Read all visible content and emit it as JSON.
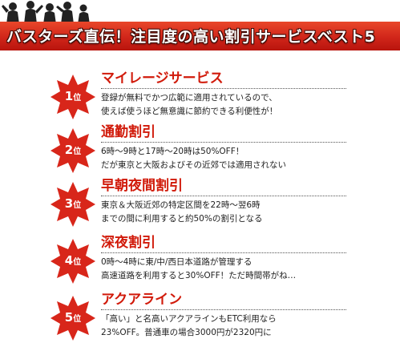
{
  "header": {
    "title": "バスターズ直伝！注目度の高い割引サービスベスト5"
  },
  "ranks": [
    {
      "num": "1",
      "unit": "位",
      "title": "マイレージサービス",
      "line1": "登録が無料でかつ広範に適用されているので、",
      "line2": "使えば使うほど無意識に節約できる利便性が！"
    },
    {
      "num": "2",
      "unit": "位",
      "title": "通勤割引",
      "line1": "6時～9時と17時～20時は50%OFF！",
      "line2": "だが東京と大阪およびその近郊では適用されない"
    },
    {
      "num": "3",
      "unit": "位",
      "title": "早朝夜間割引",
      "line1": "東京＆大阪近郊の特定区間を22時～翌6時",
      "line2": "までの間に利用すると約50%の割引となる"
    },
    {
      "num": "4",
      "unit": "位",
      "title": "深夜割引",
      "line1": "0時～4時に東/中/西日本道路が管理する",
      "line2": "高速道路を利用すると30%OFF！ただ時間帯がね…"
    },
    {
      "num": "5",
      "unit": "位",
      "title": "アクアライン",
      "line1": "「高い」と名高いアクアラインもETC利用なら",
      "line2": "23%OFF。普通車の場合3000円が2320円に"
    }
  ],
  "colors": {
    "accent": "#d11a0a",
    "banner": "#d1261a",
    "badge": "#d8261a"
  }
}
